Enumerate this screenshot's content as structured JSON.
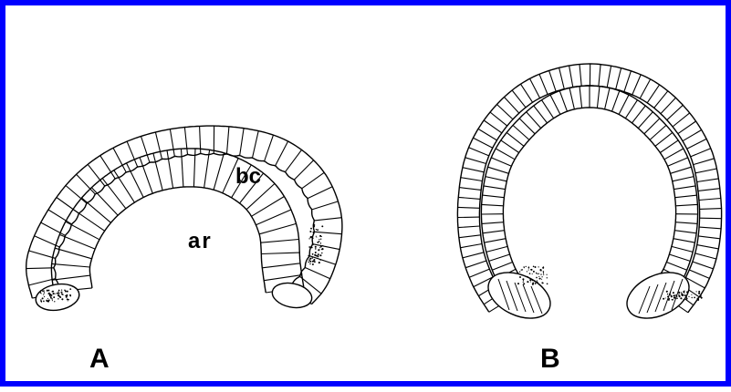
{
  "figure": {
    "border_color": "#0000ff",
    "background": "#ffffff",
    "ink_color": "#000000",
    "panel_a": {
      "label": "A",
      "annotations": {
        "bc": "bc",
        "ar": "ar"
      }
    },
    "panel_b": {
      "label": "B"
    }
  }
}
